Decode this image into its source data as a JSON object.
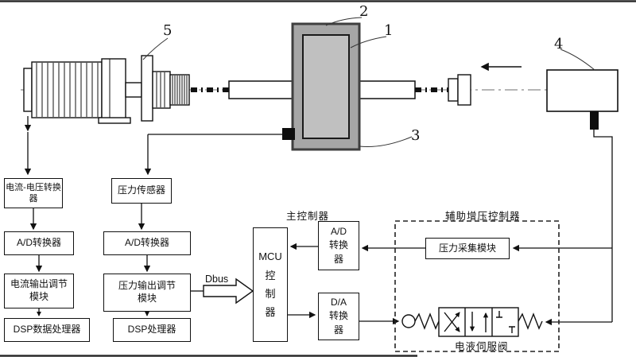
{
  "figure": {
    "part_labels": {
      "inner_cylinder": "1",
      "housing": "2",
      "sensor": "3",
      "load_unit": "4",
      "motor": "5"
    },
    "annotations": {
      "dbus": "Dbus",
      "main_controller": "主控制器",
      "aux_pressure_controller": "辅助增压控制器",
      "servo_valve": "电液伺服阀"
    },
    "blocks": {
      "current_voltage_converter": "电流-电压转换\n器",
      "ad_converter_current": "A/D转换器",
      "current_output_module": "电流输出调节\n模块",
      "dsp_data_processor": "DSP数据处理器",
      "pressure_sensor": "压力传感器",
      "ad_converter_pressure": "A/D转换器",
      "pressure_output_module": "压力输出调节\n模块",
      "dsp_processor": "DSP处理器",
      "mcu_controller": "MCU\n控\n制\n器",
      "ad_converter_aux": "A/D\n转换\n器",
      "da_converter": "D/A\n转换\n器",
      "pressure_acquisition_module": "压力采集模块"
    },
    "colors": {
      "housing_outer_fill": "#a6a6a6",
      "housing_inner_fill": "#c0c0c0"
    }
  }
}
